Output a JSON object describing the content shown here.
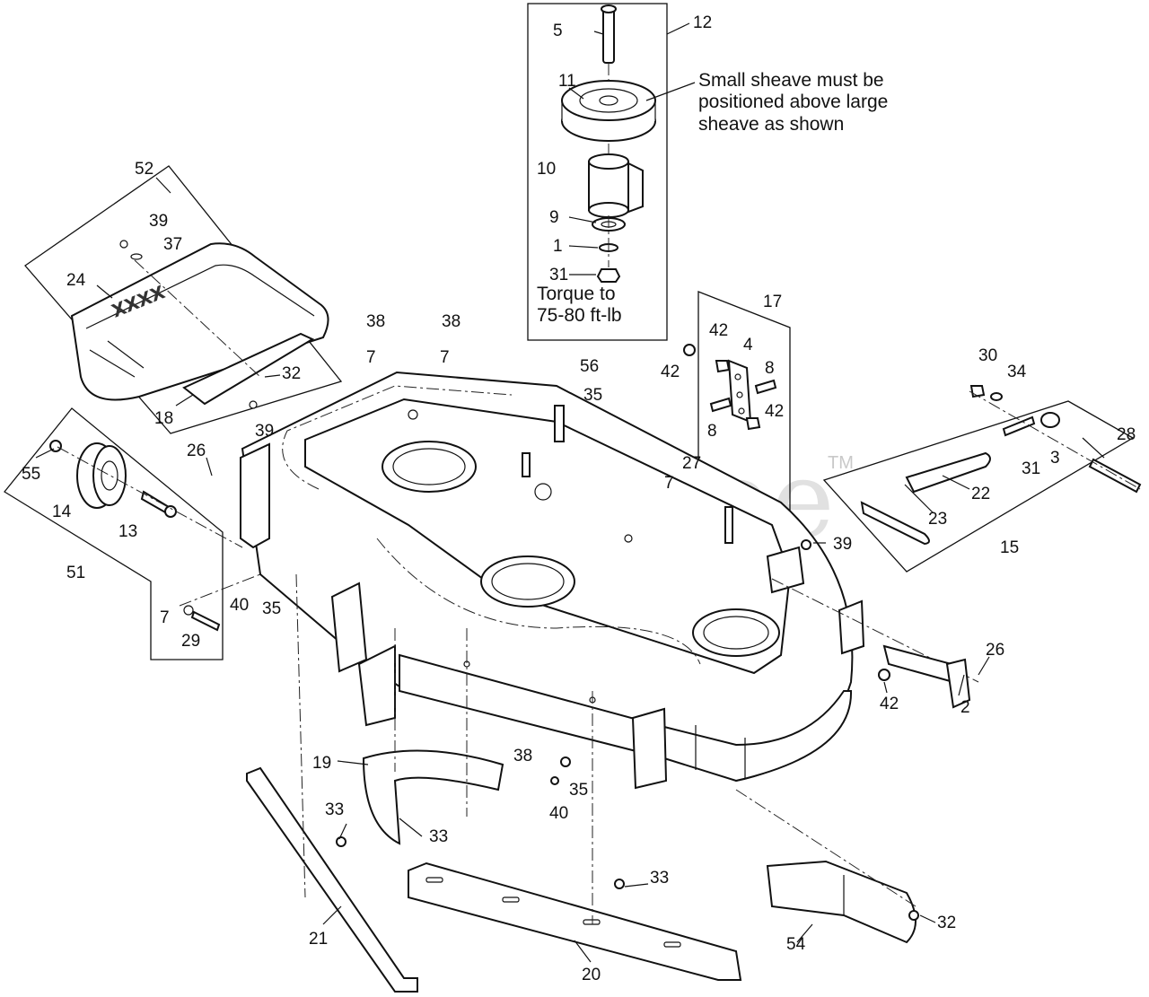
{
  "watermark": {
    "text": "PartsTree",
    "trademark": "TM"
  },
  "notes": {
    "sheave": [
      "Small sheave must be",
      "positioned above large",
      "sheave as shown"
    ],
    "torque": [
      "Torque to",
      "75-80 ft-lb"
    ]
  },
  "callouts": [
    {
      "id": "c-12",
      "label": "12"
    },
    {
      "id": "c-5",
      "label": "5"
    },
    {
      "id": "c-11",
      "label": "11"
    },
    {
      "id": "c-10",
      "label": "10"
    },
    {
      "id": "c-9",
      "label": "9"
    },
    {
      "id": "c-1",
      "label": "1"
    },
    {
      "id": "c-31a",
      "label": "31"
    },
    {
      "id": "c-52",
      "label": "52"
    },
    {
      "id": "c-39a",
      "label": "39"
    },
    {
      "id": "c-37",
      "label": "37"
    },
    {
      "id": "c-24",
      "label": "24"
    },
    {
      "id": "c-32a",
      "label": "32"
    },
    {
      "id": "c-18",
      "label": "18"
    },
    {
      "id": "c-39b",
      "label": "39"
    },
    {
      "id": "c-38a",
      "label": "38"
    },
    {
      "id": "c-7a",
      "label": "7"
    },
    {
      "id": "c-38b",
      "label": "38"
    },
    {
      "id": "c-7b",
      "label": "7"
    },
    {
      "id": "c-56",
      "label": "56"
    },
    {
      "id": "c-35a",
      "label": "35"
    },
    {
      "id": "c-17",
      "label": "17"
    },
    {
      "id": "c-42a",
      "label": "42"
    },
    {
      "id": "c-42b",
      "label": "42"
    },
    {
      "id": "c-4",
      "label": "4"
    },
    {
      "id": "c-8a",
      "label": "8"
    },
    {
      "id": "c-8b",
      "label": "8"
    },
    {
      "id": "c-42c",
      "label": "42"
    },
    {
      "id": "c-30",
      "label": "30"
    },
    {
      "id": "c-34",
      "label": "34"
    },
    {
      "id": "c-28",
      "label": "28"
    },
    {
      "id": "c-31b",
      "label": "31"
    },
    {
      "id": "c-3",
      "label": "3"
    },
    {
      "id": "c-22",
      "label": "22"
    },
    {
      "id": "c-23",
      "label": "23"
    },
    {
      "id": "c-15",
      "label": "15"
    },
    {
      "id": "c-55",
      "label": "55"
    },
    {
      "id": "c-26a",
      "label": "26"
    },
    {
      "id": "c-14",
      "label": "14"
    },
    {
      "id": "c-13",
      "label": "13"
    },
    {
      "id": "c-51",
      "label": "51"
    },
    {
      "id": "c-40a",
      "label": "40"
    },
    {
      "id": "c-35b",
      "label": "35"
    },
    {
      "id": "c-7c",
      "label": "7"
    },
    {
      "id": "c-29",
      "label": "29"
    },
    {
      "id": "c-27",
      "label": "27"
    },
    {
      "id": "c-7d",
      "label": "7"
    },
    {
      "id": "c-39c",
      "label": "39"
    },
    {
      "id": "c-26b",
      "label": "26"
    },
    {
      "id": "c-42d",
      "label": "42"
    },
    {
      "id": "c-2",
      "label": "2"
    },
    {
      "id": "c-19",
      "label": "19"
    },
    {
      "id": "c-38c",
      "label": "38"
    },
    {
      "id": "c-35c",
      "label": "35"
    },
    {
      "id": "c-40b",
      "label": "40"
    },
    {
      "id": "c-33a",
      "label": "33"
    },
    {
      "id": "c-33b",
      "label": "33"
    },
    {
      "id": "c-33c",
      "label": "33"
    },
    {
      "id": "c-21",
      "label": "21"
    },
    {
      "id": "c-20",
      "label": "20"
    },
    {
      "id": "c-54",
      "label": "54"
    },
    {
      "id": "c-32b",
      "label": "32"
    }
  ]
}
